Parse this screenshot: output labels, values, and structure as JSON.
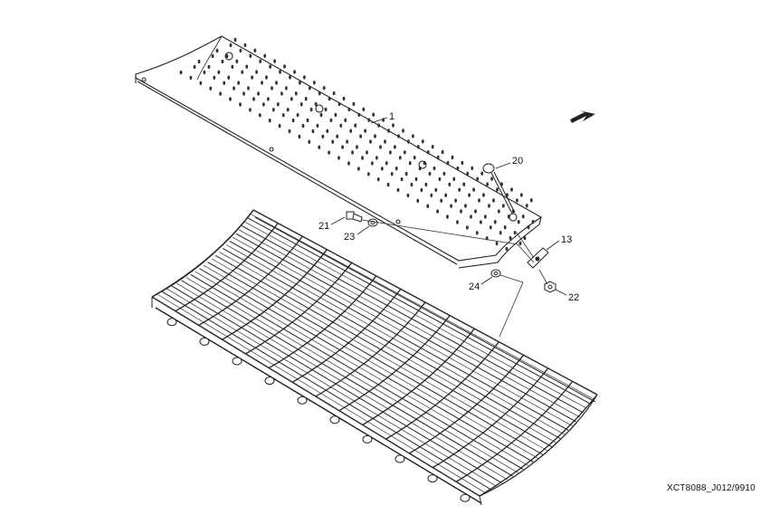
{
  "diagram": {
    "document_id": "XCT8088_J012/9910",
    "callouts": [
      "1",
      "20",
      "21",
      "23",
      "13",
      "24",
      "22"
    ],
    "colors": {
      "line": "#222222",
      "hole": "#333333",
      "background": "#ffffff"
    }
  }
}
